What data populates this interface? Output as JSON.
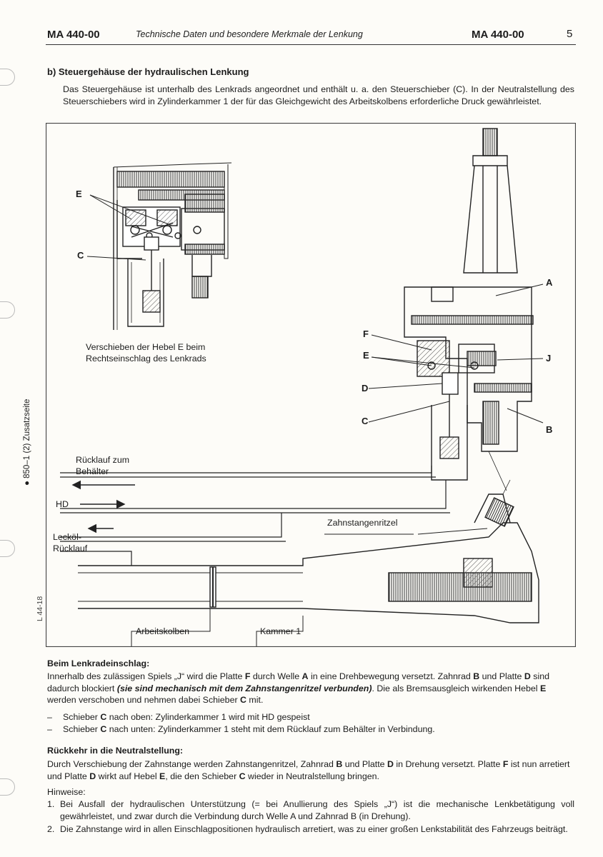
{
  "header": {
    "code_left": "MA 440-00",
    "title": "Technische Daten und besondere Merkmale der Lenkung",
    "code_right": "MA 440-00",
    "page_number": "5"
  },
  "section": {
    "heading": "b)  Steuergehäuse der hydraulischen Lenkung",
    "intro": "Das Steuergehäuse ist unterhalb des Lenkrads angeordnet und enthält u. a. den Steuerschieber (C). In der Neutralstellung des Steuerschiebers wird in Zylinderkammer 1 der für das Gleichgewicht des Arbeitskolbens erforderliche Druck gewährleistet."
  },
  "side_note": "● 850–1 (2) Zusatzseite",
  "side_code": "L 44-18",
  "diagram": {
    "inset_caption": "Verschieben der Hebel E beim Rechtseinschlag des Lenkrads",
    "labels": {
      "E_inset": "E",
      "C_inset": "C",
      "A": "A",
      "F": "F",
      "E": "E",
      "J": "J",
      "D": "D",
      "C": "C",
      "B": "B"
    },
    "ruecklauf": "Rücklauf zum Behälter",
    "hd": "HD",
    "leckoel": "Lecköl-Rücklauf",
    "zahnstangenritzel": "Zahnstangenritzel",
    "arbeitskolben": "Arbeitskolben",
    "kammer": "Kammer 1"
  },
  "lenkradeinschlag": {
    "heading": "Beim Lenkradeinschlag:",
    "p1_a": "Innerhalb des zulässigen Spiels „J“ wird die Platte ",
    "p1_F": "F",
    "p1_b": " durch Welle ",
    "p1_A": "A",
    "p1_c": " in eine Drehbewegung versetzt. Zahnrad ",
    "p1_B": "B",
    "p1_d": " und Platte ",
    "p1_D": "D",
    "p1_e": " sind dadurch blockiert ",
    "p1_italic": "(sie sind mechanisch mit dem Zahnstangenritzel verbunden)",
    "p1_f": ". Die als Bremsausgleich wirkenden Hebel ",
    "p1_E": "E",
    "p1_g": " werden verschoben und nehmen dabei Schieber ",
    "p1_C": "C",
    "p1_h": " mit.",
    "item1_a": "Schieber ",
    "item1_C": "C",
    "item1_b": " nach oben: Zylinderkammer 1 wird mit HD gespeist",
    "item2_a": "Schieber ",
    "item2_C": "C",
    "item2_b": " nach unten: Zylinderkammer 1 steht mit dem Rücklauf zum Behälter in Verbindung."
  },
  "rueckkehr": {
    "heading": "Rückkehr in die Neutralstellung:",
    "p_a": "Durch Verschiebung der Zahnstange werden Zahnstangenritzel, Zahnrad ",
    "p_B": "B",
    "p_b": " und Platte ",
    "p_D": "D",
    "p_c": " in Drehung versetzt. Platte ",
    "p_F": "F",
    "p_d": " ist nun arretiert und Platte ",
    "p_D2": "D",
    "p_e": " wirkt auf Hebel ",
    "p_E": "E",
    "p_f": ", die den Schieber ",
    "p_C": "C",
    "p_g": " wieder in Neutralstellung bringen."
  },
  "hinweise": {
    "heading": "Hinweise:",
    "n1_num": "1.",
    "n1": "Bei Ausfall der hydraulischen Unterstützung (= bei Anullierung des Spiels „J“) ist die mechanische Lenkbetätigung voll gewährleistet, und zwar durch die Verbindung durch Welle A und Zahnrad B (in Drehung).",
    "n2_num": "2.",
    "n2": "Die Zahnstange wird in allen Einschlagpositionen hydraulisch arretiert, was zu einer großen Lenkstabilität des Fahrzeugs beiträgt."
  }
}
